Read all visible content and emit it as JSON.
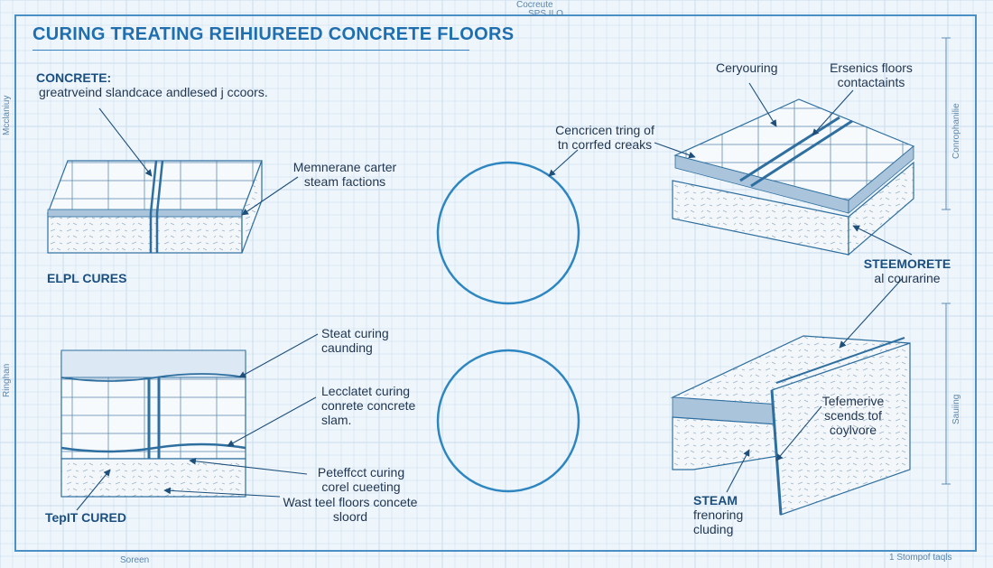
{
  "header": {
    "title": "CURING TREATING REIHIUREED CONCRETE FLOORS",
    "top_note_1": "Cocreute",
    "top_note_2": "SPS ILO"
  },
  "labels": {
    "concrete_heading": "CONCRETE:",
    "concrete_desc": "greatrveind slandcace andlesed j ccoors.",
    "membrane_line1": "Memnerane carter",
    "membrane_line2": "steam factions",
    "elpl_cures": "ELPL CURES",
    "crack_line1": "Cencricen tring of",
    "crack_line2": "tn corrfed creaks",
    "ceryouring": "Ceryouring",
    "ersenics_line1": "Ersenics floors",
    "ersenics_line2": "contactaints",
    "steemorete": "STEEMORETE",
    "steemorete_sub": "al courarine",
    "steat_line1": "Steat curing",
    "steat_line2": "caunding",
    "lecclatet_line1": "Lecclatet curing",
    "lecclatet_line2": "conrete concrete",
    "lecclatet_line3": "slam.",
    "perfect_line1": "Peteffcct curing",
    "perfect_line2": "corel cueeting",
    "wast_line1": "Wast teel floors concete",
    "wast_line2": "sloord",
    "tep_cured": "TepIT CURED",
    "tefemerive_line1": "Tefemerive",
    "tefemerive_line2": "scends tof",
    "tefemerive_line3": "coylvore",
    "steam": "STEAM",
    "steam_line1": "frenoring",
    "steam_line2": "cluding"
  },
  "margin_notes": {
    "right_upper": "Conrophanilie",
    "right_lower": "Sauiing",
    "left_upper": "Mcclaniuy",
    "left_lower": "Ringhan",
    "bottom_left": "Soreen",
    "bottom_right": "1 Stompof taqls"
  },
  "colors": {
    "accent": "#1f6fb0",
    "line": "#2f6f9f",
    "grid": "#c9ddee",
    "paper": "#eef5fb"
  }
}
